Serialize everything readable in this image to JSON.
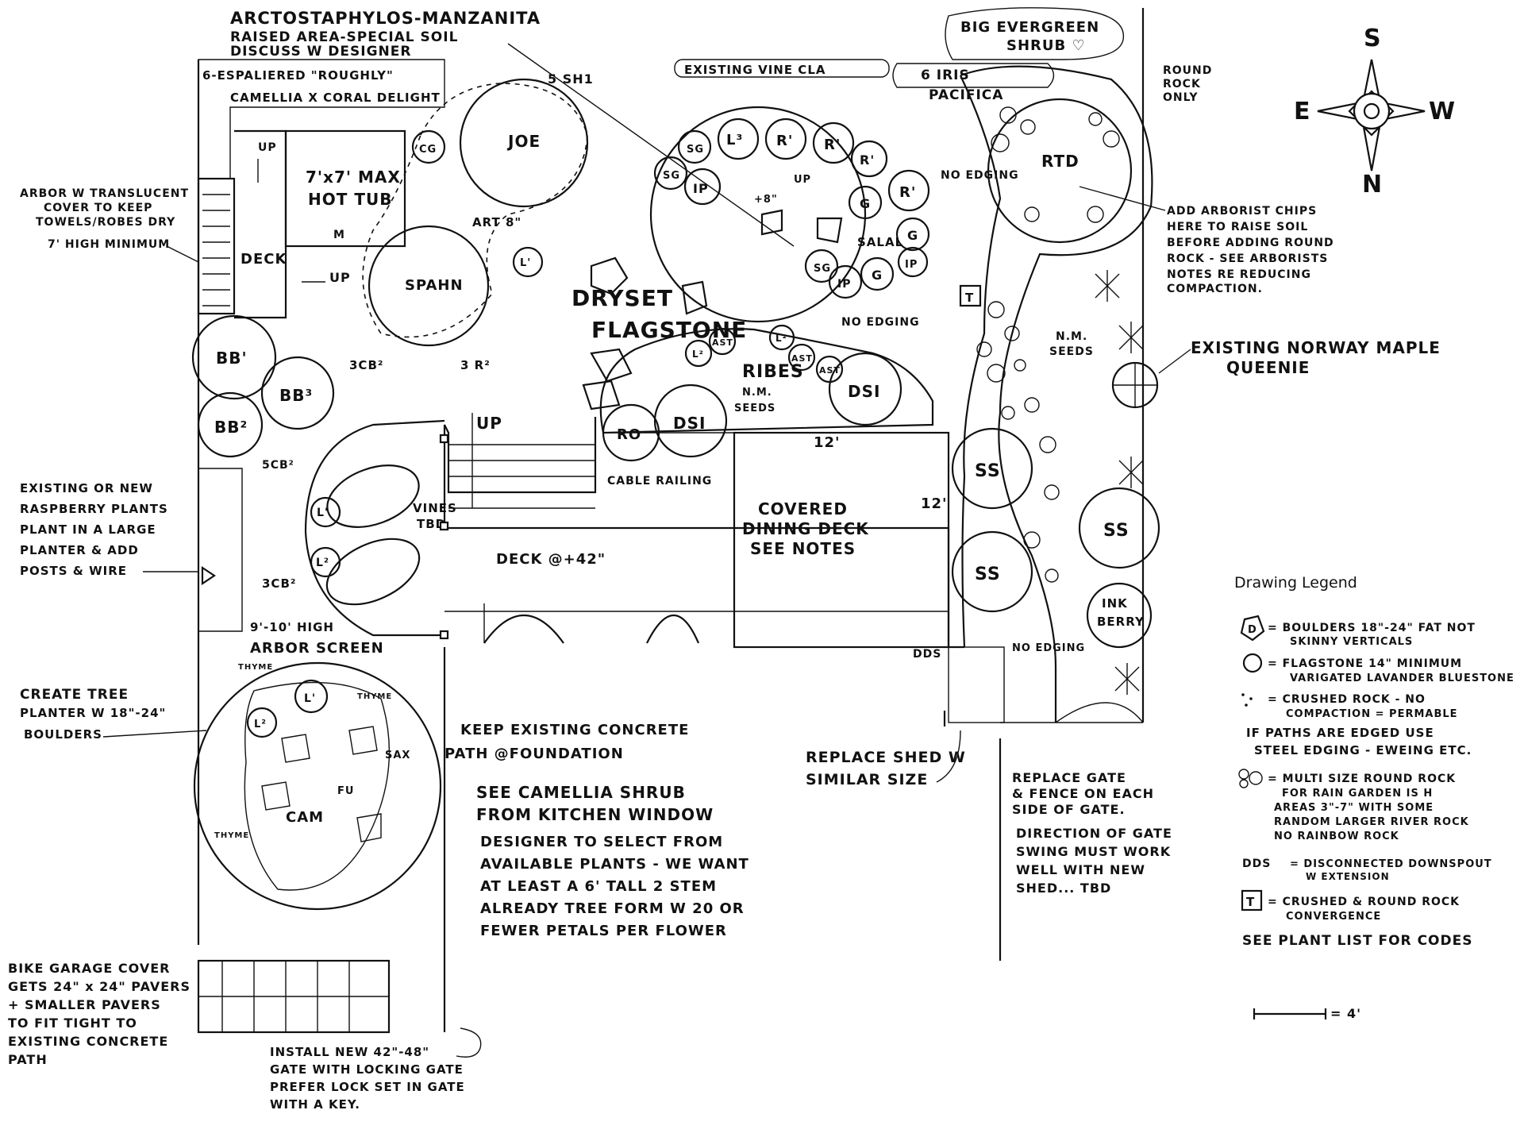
{
  "compass": {
    "top": "S",
    "left": "E",
    "right": "W",
    "bottom": "N"
  },
  "labels": {
    "arcto": "ARCTOSTAPHYLOS-MANZANITA",
    "arcto2": "RAISED AREA-SPECIAL SOIL",
    "arcto3": "DISCUSS W DESIGNER",
    "espalier": "6-ESPALIERED \"ROUGHLY\"",
    "camellia": "CAMELLIA X CORAL DELIGHT",
    "evergreen1": "BIG EVERGREEN",
    "evergreen2": "SHRUB ♡",
    "existing_vine": "EXISTING VINE CLA",
    "iris": "6 IRIS",
    "pacifica": "PACIFICA",
    "round_rock": "ROUND",
    "round_rock2": "ROCK",
    "round_rock3": "ONLY",
    "arbor1": "ARBOR W TRANSLUCENT",
    "arbor2": "COVER TO KEEP",
    "arbor3": "TOWELS/ROBES DRY",
    "arbor4": "7' HIGH MINIMUM",
    "hottub1": "7'x7' MAX",
    "hottub2": "HOT TUB",
    "hottub_m": "M",
    "deck": "DECK",
    "up": "UP",
    "joe": "JOE",
    "spahn": "SPAHN",
    "art": "ART 8\"",
    "dryset": "DRYSET",
    "flagstone": "FLAGSTONE",
    "no_edging": "NO EDGING",
    "no_edging2": "NO EDGING",
    "no_edging3": "NO EDGING",
    "rtd": "RTD",
    "arborist1": "ADD ARBORIST CHIPS",
    "arborist2": "HERE TO RAISE SOIL",
    "arborist3": "BEFORE ADDING ROUND",
    "arborist4": "ROCK - SEE ARBORISTS",
    "arborist5": "NOTES RE REDUCING",
    "arborist6": "COMPACTION.",
    "norway1": "EXISTING NORWAY MAPLE",
    "norway2": "QUEENIE",
    "nm_seeds": "N.M.",
    "nm_seeds2": "SEEDS",
    "ribes": "RIBES",
    "ribes_nm": "N.M.",
    "ribes_seeds": "SEEDS",
    "dsi": "DSI",
    "ro": "RO",
    "cable": "CABLE RAILING",
    "covered1": "COVERED",
    "covered2": "DINING DECK",
    "covered3": "SEE NOTES",
    "twelve": "12'",
    "deck42": "DECK @+42\"",
    "vines": "VINES",
    "tbd": "TBD",
    "arbor_screen1": "9'-10' HIGH",
    "arbor_screen2": "ARBOR SCREEN",
    "raspberry1": "EXISTING OR NEW",
    "raspberry2": "RASPBERRY PLANTS",
    "raspberry3": "PLANT IN A LARGE",
    "raspberry4": "PLANTER & ADD",
    "raspberry5": "POSTS & WIRE",
    "tree1": "CREATE TREE",
    "tree2": "PLANTER W 18\"-24\"",
    "tree3": "BOULDERS",
    "keep1": "KEEP EXISTING CONCRETE",
    "keep2": "PATH @FOUNDATION",
    "see_cam1": "SEE CAMELLIA SHRUB",
    "see_cam2": "FROM KITCHEN WINDOW",
    "designer1": "DESIGNER TO SELECT FROM",
    "designer2": "AVAILABLE PLANTS - WE WANT",
    "designer3": "AT LEAST A 6' TALL 2 STEM",
    "designer4": "ALREADY TREE FORM W 20 OR",
    "designer5": "FEWER PETALS PER FLOWER",
    "shed1": "REPLACE SHED W",
    "shed2": "SIMILAR SIZE",
    "gate1": "REPLACE GATE",
    "gate2": "& FENCE ON EACH",
    "gate3": "SIDE OF GATE.",
    "gate4": "DIRECTION OF GATE",
    "gate5": "SWING MUST WORK",
    "gate6": "WELL WITH NEW",
    "gate7": "SHED... TBD",
    "bike1": "BIKE GARAGE COVER",
    "bike2": "GETS 24\" x 24\" PAVERS",
    "bike3": "+ SMALLER PAVERS",
    "bike4": "TO FIT TIGHT TO",
    "bike5": "EXISTING CONCRETE",
    "bike6": "PATH",
    "install1": "INSTALL NEW 42\"-48\"",
    "install2": "GATE WITH LOCKING GATE",
    "install3": "PREFER LOCK SET IN GATE",
    "install4": "WITH A KEY.",
    "ink1": "INK",
    "ink2": "BERRY",
    "dds": "DDS",
    "cam": "CAM",
    "thyme": "THYME",
    "sax": "SAX",
    "fu": "FU",
    "sh1": "5 SH1",
    "cb_3": "3CB²",
    "r3": "3 R²",
    "cb_5": "5CB²",
    "cb_3b": "3CB²",
    "salal": "SALAL",
    "plus8": "+8\"",
    "t_mark": "T",
    "d_mark": "D"
  },
  "legend": {
    "title": "Drawing Legend",
    "boulders1": "= BOULDERS 18\"-24\" FAT NOT",
    "boulders2": "SKINNY VERTICALS",
    "flag1": "= FLAGSTONE 14\" MINIMUM",
    "flag2": "VARIGATED LAVANDER BLUESTONE",
    "crushed1": "= CRUSHED ROCK - NO",
    "crushed2": "COMPACTION = PERMABLE",
    "edged1": "IF PATHS ARE EDGED USE",
    "edged2": "STEEL EDGING - EWEING ETC.",
    "multi1": "= MULTI SIZE ROUND ROCK",
    "multi2": "FOR RAIN GARDEN IS H",
    "multi3": "AREAS 3\"-7\" WITH SOME",
    "multi4": "RANDOM LARGER RIVER ROCK",
    "multi5": "NO RAINBOW ROCK",
    "dds_code": "DDS",
    "dds1": "= DISCONNECTED DOWNSPOUT",
    "dds2": "W EXTENSION",
    "t1": "= CRUSHED & ROUND ROCK",
    "t2": "CONVERGENCE",
    "see_plant": "SEE PLANT LIST FOR CODES",
    "scale": "= 4'"
  },
  "plants": [
    {
      "code": "BB'"
    },
    {
      "code": "BB²"
    },
    {
      "code": "BB³"
    },
    {
      "code": "CG"
    },
    {
      "code": "SG"
    },
    {
      "code": "SG"
    },
    {
      "code": "IP"
    },
    {
      "code": "L³"
    },
    {
      "code": "R'"
    },
    {
      "code": "R'"
    },
    {
      "code": "R'"
    },
    {
      "code": "G"
    },
    {
      "code": "G"
    },
    {
      "code": "G"
    },
    {
      "code": "R'"
    },
    {
      "code": "SG"
    },
    {
      "code": "IP"
    },
    {
      "code": "IP"
    },
    {
      "code": "SS"
    },
    {
      "code": "SS"
    },
    {
      "code": "SS"
    },
    {
      "code": "L'"
    },
    {
      "code": "L'"
    },
    {
      "code": "L²"
    },
    {
      "code": "AST"
    },
    {
      "code": "AST"
    },
    {
      "code": "AST"
    },
    {
      "code": "L²"
    },
    {
      "code": "L²"
    },
    {
      "code": "DSI"
    },
    {
      "code": "L'"
    },
    {
      "code": "L²"
    },
    {
      "code": "L'"
    }
  ]
}
